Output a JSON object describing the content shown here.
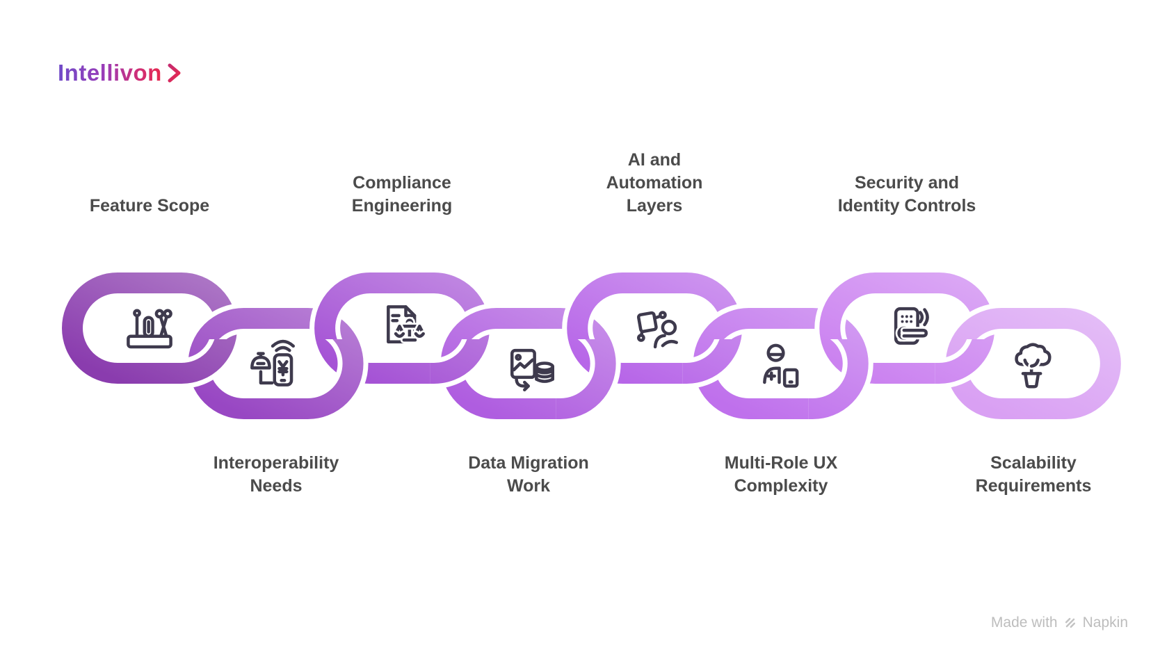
{
  "logo": {
    "text": "Intellivon",
    "chevron_color_start": "#c62a6e",
    "chevron_color_end": "#e8294e"
  },
  "watermark": {
    "prefix": "Made with",
    "brand": "Napkin",
    "color": "#bdbdbd"
  },
  "diagram": {
    "background": "#ffffff",
    "icon_color": "#3e3a4d",
    "label_color": "#4b4b4b",
    "links": [
      {
        "label": "Feature Scope",
        "lines": [
          "Feature Scope"
        ],
        "icon": "feature-scope",
        "color": "#8a3cae",
        "label_position": "top"
      },
      {
        "label": "Interoperability Needs",
        "lines": [
          "Interoperability",
          "Needs"
        ],
        "icon": "interoperability",
        "color": "#9847c3",
        "label_position": "bottom"
      },
      {
        "label": "Compliance Engineering",
        "lines": [
          "Compliance",
          "Engineering"
        ],
        "icon": "compliance",
        "color": "#a553d5",
        "label_position": "top"
      },
      {
        "label": "Data Migration Work",
        "lines": [
          "Data Migration",
          "Work"
        ],
        "icon": "data-migration",
        "color": "#af5de0",
        "label_position": "bottom"
      },
      {
        "label": "AI and Automation Layers",
        "lines": [
          "AI and",
          "Automation",
          "Layers"
        ],
        "icon": "ai-automation",
        "color": "#b766e8",
        "label_position": "top"
      },
      {
        "label": "Multi-Role UX Complexity",
        "lines": [
          "Multi-Role UX",
          "Complexity"
        ],
        "icon": "multi-role",
        "color": "#bf70ec",
        "label_position": "bottom"
      },
      {
        "label": "Security and Identity Controls",
        "lines": [
          "Security and",
          "Identity Controls"
        ],
        "icon": "security",
        "color": "#cb82f0",
        "label_position": "top"
      },
      {
        "label": "Scalability Requirements",
        "lines": [
          "Scalability",
          "Requirements"
        ],
        "icon": "scalability",
        "color": "#d9a0f3",
        "label_position": "bottom"
      }
    ]
  }
}
